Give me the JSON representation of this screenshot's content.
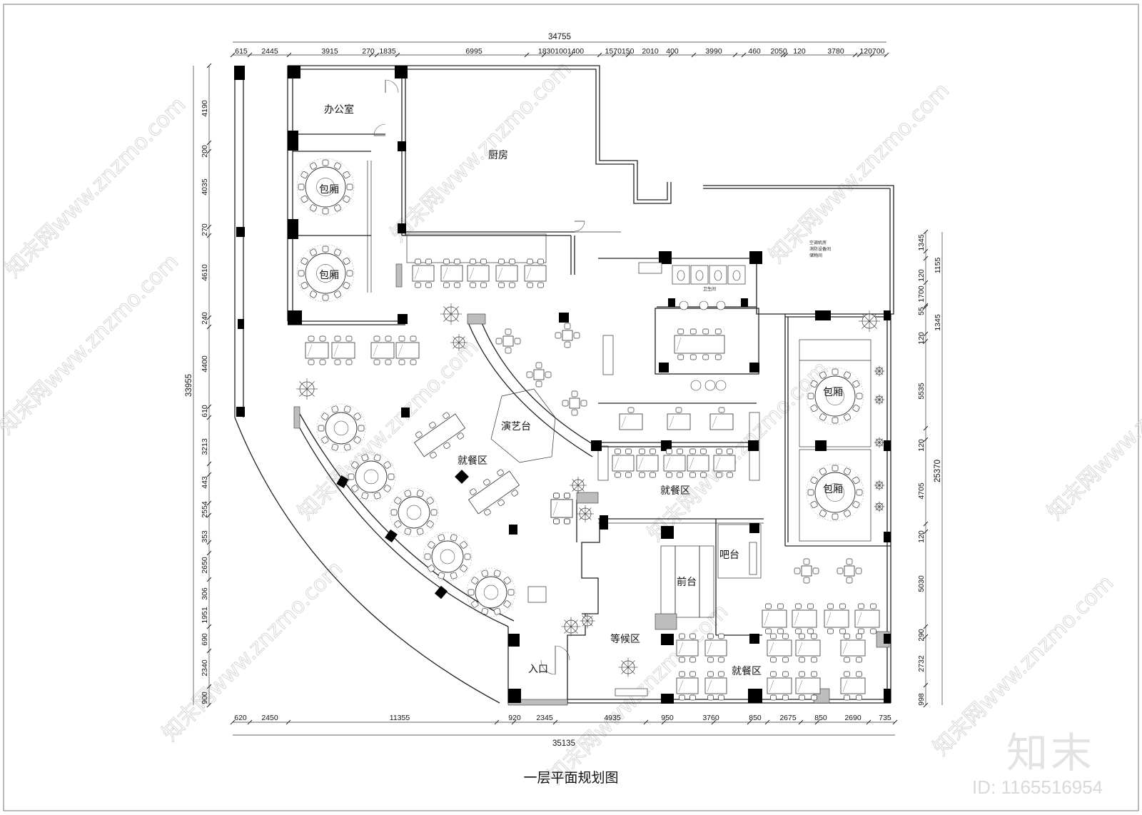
{
  "drawing": {
    "title": "一层平面规划图",
    "logo": "知末",
    "image_id": "ID: 1165516954",
    "watermark_text": "知末网www.znzmo.com"
  },
  "dimensions": {
    "top_total": "34755",
    "top": [
      "615",
      "2445",
      "3915",
      "270",
      "1835",
      "6995",
      "18301001400",
      "1570150",
      "2010",
      "400",
      "3990",
      "460",
      "2050",
      "120",
      "3780",
      "120700"
    ],
    "bottom_total": "35135",
    "bottom": [
      "620",
      "2450",
      "11355",
      "920",
      "2345",
      "4935",
      "950",
      "3760",
      "850",
      "2675",
      "850",
      "2690",
      "735"
    ],
    "left_total": "33955",
    "left": [
      "4190",
      "200",
      "4035",
      "270",
      "4610",
      "240",
      "4400",
      "610",
      "3213",
      "443",
      "2554",
      "353",
      "2650",
      "306",
      "1951",
      "690",
      "2340",
      "900"
    ],
    "right_total": "25370",
    "right": [
      "1345",
      "1155",
      "120",
      "1700",
      "55",
      "1345",
      "120",
      "5535",
      "120",
      "4705",
      "120",
      "5030",
      "290",
      "2732",
      "998"
    ]
  },
  "rooms": {
    "office": "办公室",
    "kitchen": "厨房",
    "private_room": "包厢",
    "stage": "演艺台",
    "dining": "就餐区",
    "front_desk": "前台",
    "bar": "吧台",
    "waiting": "等候区",
    "entrance": "入口"
  },
  "small_labels": {
    "restroom": "卫生间",
    "equipment_1": "空调机房",
    "equipment_2": "消防设备间",
    "equipment_3": "储物间"
  }
}
